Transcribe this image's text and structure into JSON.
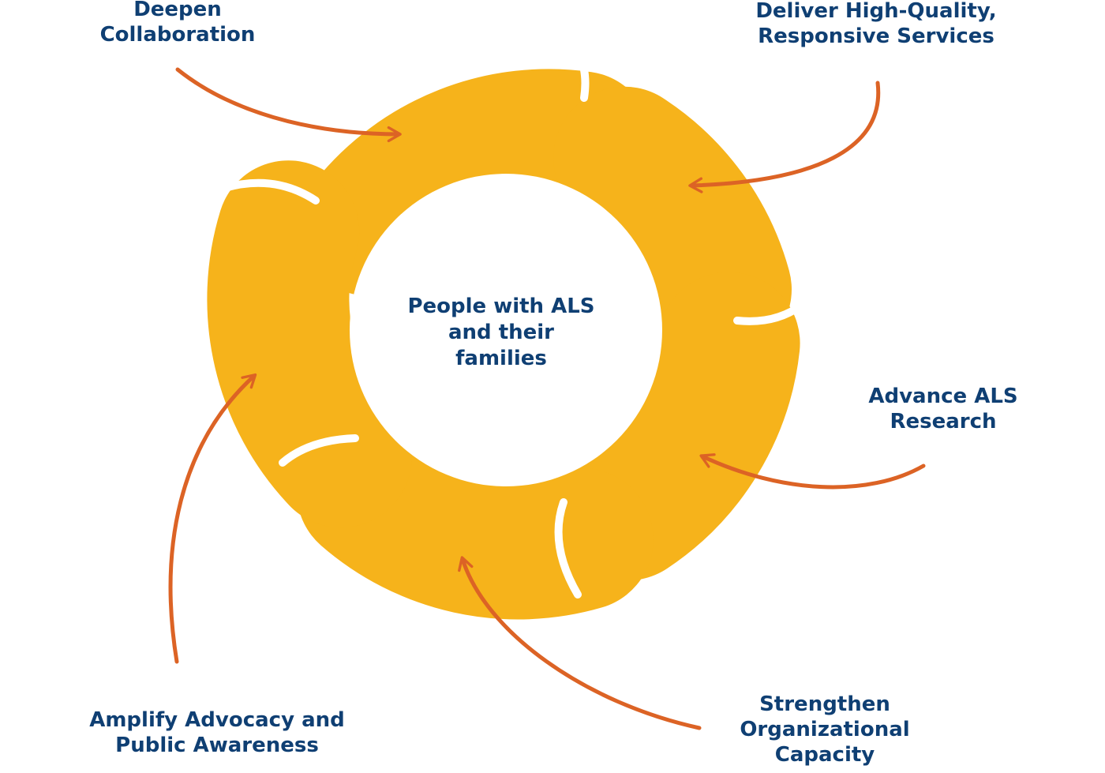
{
  "center": {
    "line1": "People with ALS",
    "line2": "and their",
    "line3": "families"
  },
  "segments": [
    {
      "id": "collab",
      "line1": "Deepen",
      "line2": "Collaboration"
    },
    {
      "id": "services",
      "line1": "Deliver High-Quality,",
      "line2": "Responsive Services"
    },
    {
      "id": "research",
      "line1": "Advance ALS",
      "line2": "Research"
    },
    {
      "id": "capacity",
      "line1": "Strengthen",
      "line2": "Organizational",
      "line3": "Capacity"
    },
    {
      "id": "advocacy",
      "line1": "Amplify Advocacy and",
      "line2": "Public Awareness"
    }
  ],
  "colors": {
    "ring": "#f6b31b",
    "arrow": "#dc6325",
    "text": "#0f3f73",
    "background": "#ffffff"
  }
}
